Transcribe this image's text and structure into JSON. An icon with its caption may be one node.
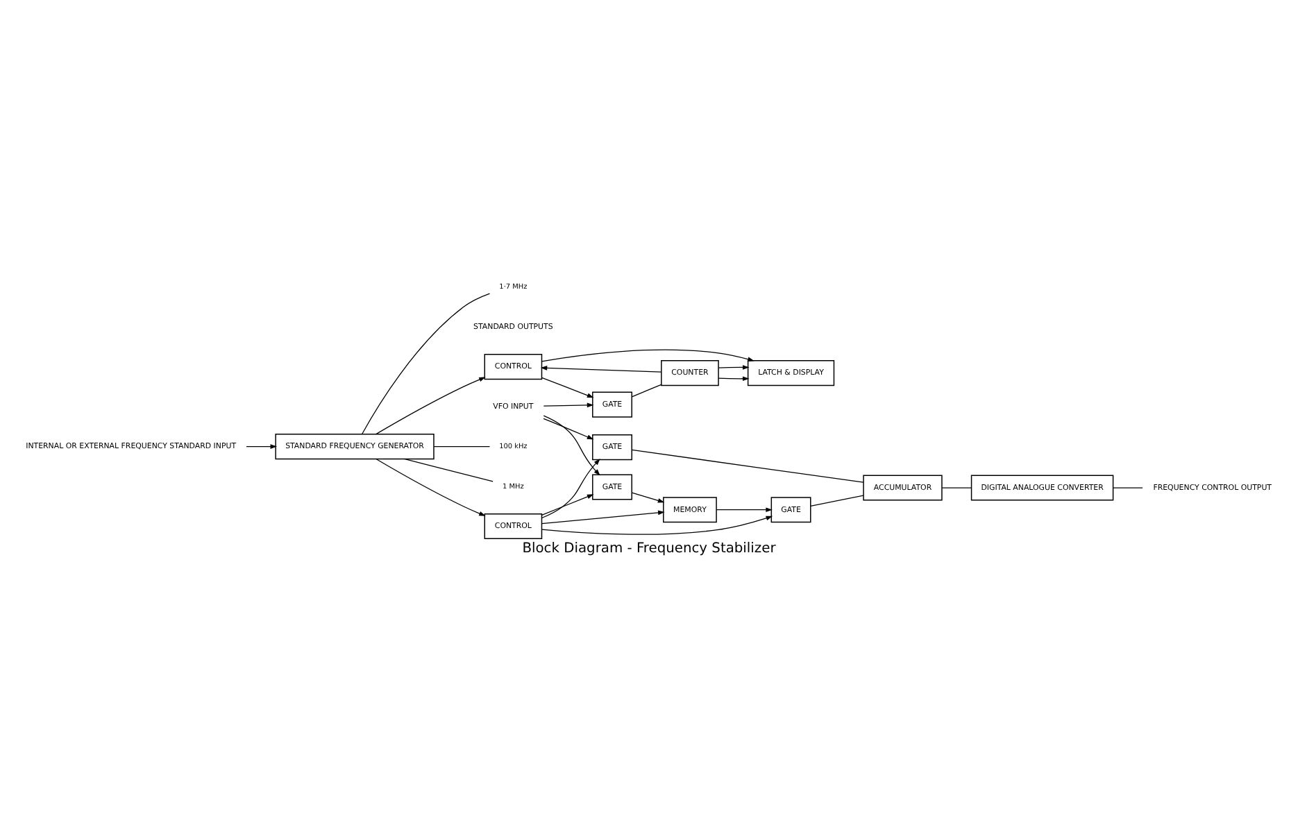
{
  "diagram": {
    "title": "Block Diagram - Frequency Stabilizer",
    "nodes": [
      {
        "text": [
          "INTERNAL OR EXTERNAL FREQUENCY STANDARD INPUT"
        ]
      },
      {
        "text": [
          "1·7 MHz"
        ]
      },
      {
        "text": [
          "100 kHz"
        ]
      },
      {
        "text": [
          "1 MHz"
        ]
      },
      {
        "text": [
          "STANDARD FREQUENCY GENERATOR"
        ]
      },
      {
        "text": [
          "CONTROL"
        ]
      },
      {
        "text": [
          "FREQUENCY CONTROL OUTPUT"
        ]
      },
      {
        "text": [
          "DIGITAL ANALOGUE CONVERTER"
        ]
      },
      {
        "text": [
          "VFO INPUT"
        ]
      },
      {
        "text": [
          "GATE"
        ]
      },
      {
        "text": [
          "COUNTER"
        ]
      },
      {
        "text": [
          "GATE"
        ]
      },
      {
        "text": [
          "ACCUMULATOR"
        ]
      },
      {
        "text": [
          "GATE"
        ]
      },
      {
        "text": [
          "CONTROL"
        ]
      },
      {
        "text": [
          "LATCH & DISPLAY"
        ]
      },
      {
        "text": [
          "GATE"
        ]
      },
      {
        "text": [
          "MEMORY"
        ]
      }
    ],
    "edges": [
      {
        "from": 0,
        "to": 4,
        "arrow": "to"
      },
      {
        "from": 4,
        "to": 1,
        "arrow": "none"
      },
      {
        "from": 4,
        "to": 2,
        "arrow": "none"
      },
      {
        "from": 4,
        "to": 3,
        "arrow": "none"
      },
      {
        "from": 4,
        "to": 5,
        "arrow": "to"
      },
      {
        "from": 4,
        "to": 14,
        "arrow": "to"
      },
      {
        "from": 7,
        "to": 6,
        "arrow": "none"
      },
      {
        "from": 8,
        "to": 9,
        "arrow": "to"
      },
      {
        "from": 8,
        "to": 11,
        "arrow": "to"
      },
      {
        "from": 8,
        "to": 16,
        "arrow": "to"
      },
      {
        "from": 9,
        "to": 10,
        "arrow": "none"
      },
      {
        "from": 14,
        "to": 9,
        "arrow": "to"
      },
      {
        "from": 10,
        "to": 14,
        "arrow": "to"
      },
      {
        "from": 14,
        "to": 15,
        "arrow": "to"
      },
      {
        "from": 10,
        "to": 15,
        "arrow": "to"
      },
      {
        "from": 10,
        "to": 15,
        "arrow": "to"
      },
      {
        "from": 5,
        "to": 11,
        "arrow": "to"
      },
      {
        "from": 5,
        "to": 13,
        "arrow": "to"
      },
      {
        "from": 5,
        "to": 16,
        "arrow": "to"
      },
      {
        "from": 5,
        "to": 17,
        "arrow": "to"
      },
      {
        "from": 11,
        "to": 12,
        "arrow": "none"
      },
      {
        "from": 13,
        "to": 12,
        "arrow": "none"
      },
      {
        "from": 17,
        "to": 13,
        "arrow": "to"
      },
      {
        "from": 16,
        "to": 17,
        "arrow": "to"
      },
      {
        "from": 12,
        "to": 7,
        "arrow": "none"
      }
    ],
    "labels": [
      "STANDARD OUTPUTS"
    ]
  }
}
